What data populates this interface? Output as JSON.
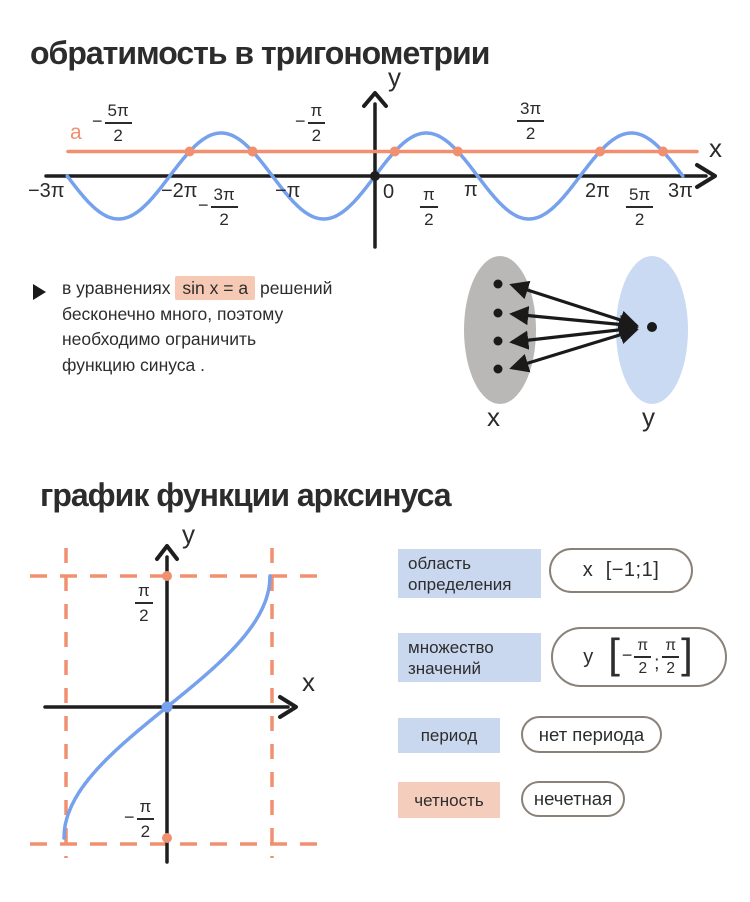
{
  "page": {
    "title1": "обратимость в тригонометрии",
    "title2": "график функции арксинуса"
  },
  "colors": {
    "text": "#2e2e2e",
    "curve_blue": "#76a1ec",
    "accent_orange": "#f09070",
    "highlight_peach": "#f6c9b5",
    "label_blue": "#c9d7ef",
    "label_peach": "#f5cdbc",
    "ellipse_gray": "#b9b8b6",
    "ellipse_blue": "#cadaf2",
    "pill_border": "#8a8178",
    "axis_black": "#1e1e1e"
  },
  "sine_chart": {
    "y_axis_label": "y",
    "x_axis_label": "x",
    "line_label": "a",
    "upper_fracs": {
      "f1": {
        "minus": "−",
        "num": "5π",
        "den": "2"
      },
      "f2": {
        "minus": "−",
        "num": "π",
        "den": "2"
      },
      "f3": {
        "num": "3π",
        "den": "2"
      }
    },
    "ticks": {
      "t1": "−3π",
      "t2": "−2π",
      "t3": {
        "minus": "−",
        "num": "3π",
        "den": "2"
      },
      "t4": "−π",
      "t5": "0",
      "t6": {
        "num": "π",
        "den": "2"
      },
      "t7": "π",
      "t8": "2π",
      "t9": {
        "num": "5π",
        "den": "2"
      },
      "t10": "3π"
    }
  },
  "note": {
    "line1_pre": "в уравнениях",
    "highlight": "sin x = a",
    "line1_post": "решений",
    "line2": "бесконечно много, поэтому",
    "line3": "необходимо ограничить",
    "line4": "функцию синуса ."
  },
  "mapping": {
    "left_label": "x",
    "right_label": "y"
  },
  "arcsin_chart": {
    "y_axis_label": "y",
    "x_axis_label": "x",
    "tick_top": {
      "num": "π",
      "den": "2"
    },
    "tick_bottom": {
      "minus": "−",
      "num": "π",
      "den": "2"
    }
  },
  "properties": {
    "row1": {
      "label_line1": "область",
      "label_line2": "определения",
      "value_var": "x",
      "value_interval": "[−1;1]"
    },
    "row2": {
      "label_line1": "множество",
      "label_line2": "значений",
      "value_var": "y",
      "bracket_open": "[",
      "frac1": {
        "minus": "−",
        "num": "π",
        "den": "2"
      },
      "separator": ";",
      "frac2": {
        "num": "π",
        "den": "2"
      },
      "bracket_close": "]"
    },
    "row3": {
      "label": "период",
      "value": "нет периода"
    },
    "row4": {
      "label": "четность",
      "value": "нечетная"
    }
  },
  "chart_data": [
    {
      "type": "line",
      "function": "y = sin(x)",
      "x_range_pi": [
        -3,
        3
      ],
      "y_range": [
        -1,
        1
      ],
      "horizontal_line": {
        "label": "a",
        "y": 0.57
      },
      "intersections_x_pi": [
        -1.807,
        -1.193,
        0.193,
        0.807,
        2.193,
        2.807
      ],
      "x_ticks": [
        "−3π",
        "−2π",
        "−3π/2",
        "−π",
        "0",
        "π/2",
        "π",
        "2π",
        "5π/2",
        "3π"
      ],
      "labels_above_line": [
        "−5π/2",
        "−π/2",
        "3π/2"
      ],
      "axes": {
        "x": "x",
        "y": "y"
      },
      "grid": false
    },
    {
      "type": "line",
      "function": "y = arcsin(x)",
      "x_range": [
        -1,
        1
      ],
      "y_range_pi": [
        -0.5,
        0.5
      ],
      "y_ticks": [
        "π/2",
        "−π/2"
      ],
      "guides": {
        "horizontal_y_pi": [
          0.5,
          -0.5
        ],
        "vertical_x": [
          -1,
          1
        ]
      },
      "points": {
        "orange_pi": [
          [
            0,
            0.5
          ],
          [
            0,
            -0.5
          ]
        ],
        "blue": [
          [
            0,
            0
          ]
        ]
      },
      "axes": {
        "x": "x",
        "y": "y"
      },
      "grid": false
    },
    {
      "type": "table",
      "title": "mapping-diagram",
      "left_set_label": "x",
      "right_set_label": "y",
      "left_points": 4,
      "right_points": 1
    }
  ]
}
